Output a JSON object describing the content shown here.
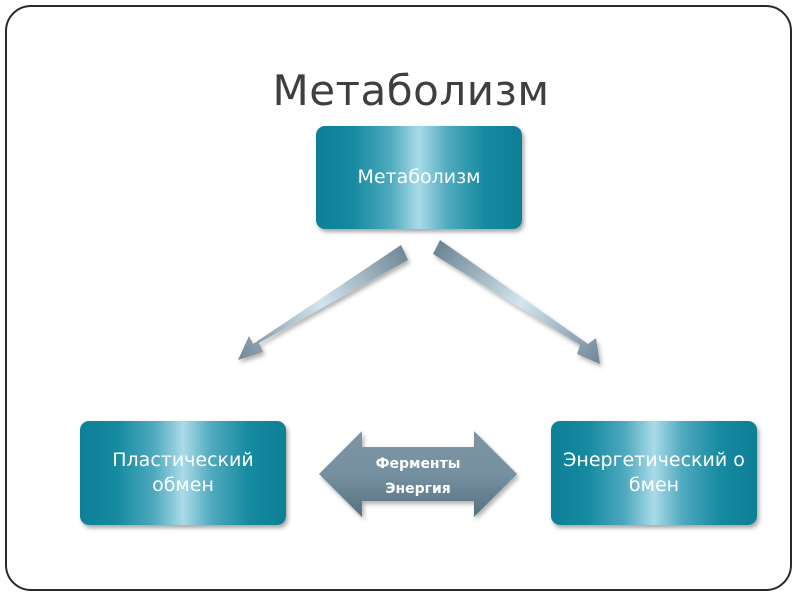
{
  "slide": {
    "title": "Метаболизм"
  },
  "diagram": {
    "top_box": "Метаболизм",
    "left_box": "Пластический обмен",
    "right_box": "Энергетический обмен",
    "double_arrow": {
      "line1": "Ферменты",
      "line2": "Энергия"
    }
  },
  "colors": {
    "box_dark": "#0d7f96",
    "box_light": "#a9dbe8",
    "arrow_dark": "#6f8796",
    "arrow_light": "#c7dbe6",
    "title_text": "#3f3f3f"
  }
}
